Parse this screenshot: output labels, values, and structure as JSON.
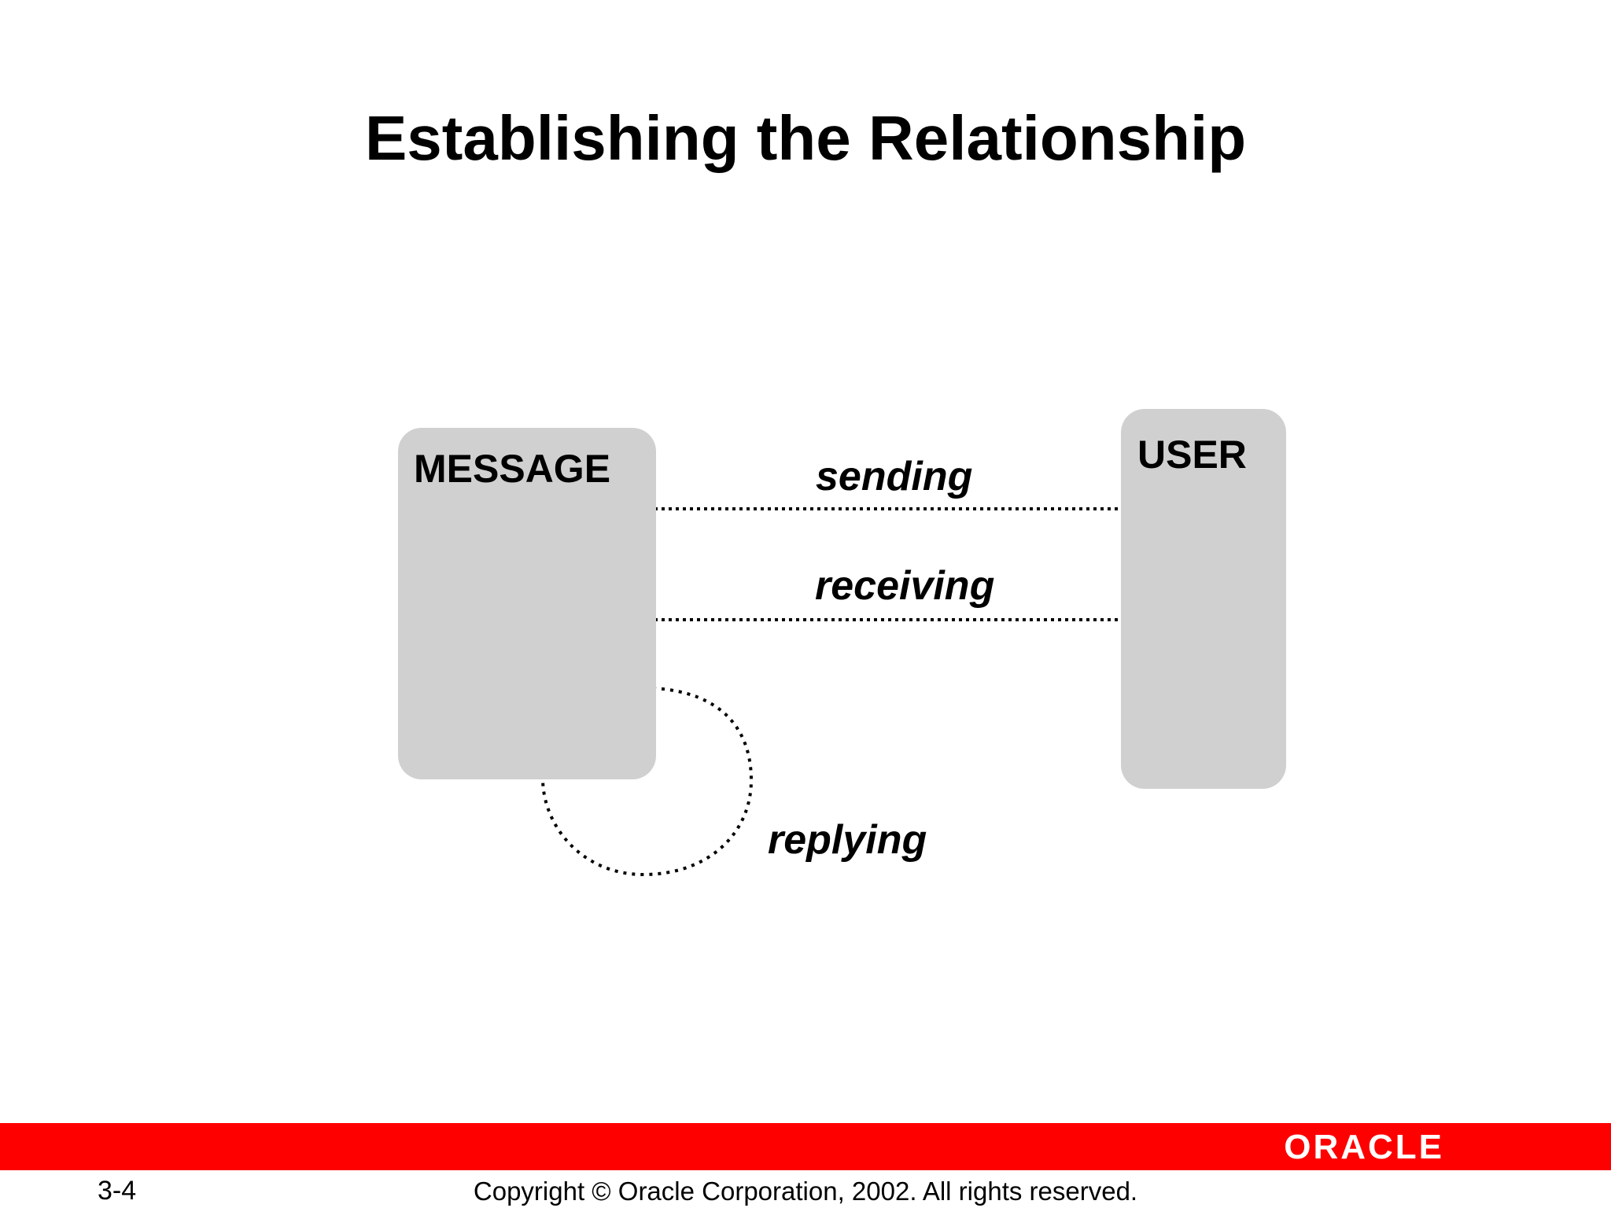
{
  "slide": {
    "title": "Establishing the Relationship"
  },
  "diagram": {
    "entities": {
      "message": "MESSAGE",
      "user": "USER"
    },
    "relationships": {
      "sending": "sending",
      "receiving": "receiving",
      "replying": "replying"
    }
  },
  "footer": {
    "logo_text": "ORACLE",
    "page_number": "3-4",
    "copyright": "Copyright © Oracle Corporation, 2002. All rights reserved."
  },
  "colors": {
    "entity_fill": "#d0d0d0",
    "footer_bar": "#ff0000",
    "text": "#000000"
  }
}
